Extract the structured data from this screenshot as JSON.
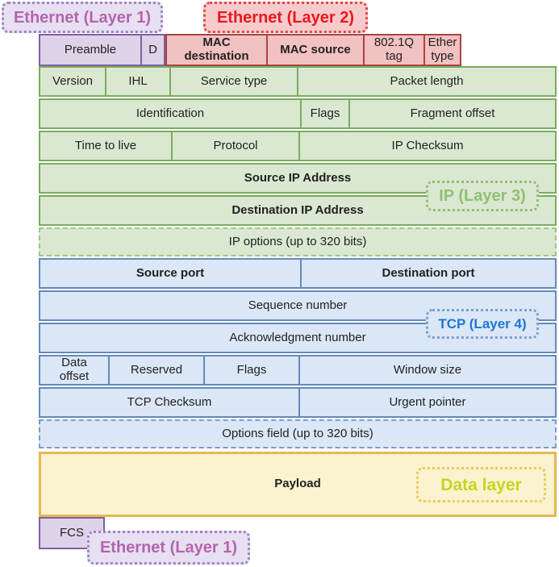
{
  "labels": {
    "ethernet_layer1_top": "Ethernet (Layer 1)",
    "ethernet_layer2": "Ethernet (Layer 2)",
    "ip_layer3": "IP (Layer 3)",
    "tcp_layer4": "TCP (Layer 4)",
    "data_layer": "Data layer",
    "ethernet_layer1_bottom": "Ethernet (Layer 1)"
  },
  "ethernet": {
    "preamble": "Preamble",
    "sfd": "D",
    "mac_destination": "MAC destination",
    "mac_source": "MAC source",
    "vlan_tag": "802.1Q tag",
    "ethertype": "Ether type",
    "fcs": "FCS"
  },
  "ip": {
    "version": "Version",
    "ihl": "IHL",
    "service_type": "Service type",
    "packet_length": "Packet length",
    "identification": "Identification",
    "flags": "Flags",
    "fragment_offset": "Fragment offset",
    "time_to_live": "Time to live",
    "protocol": "Protocol",
    "checksum": "IP Checksum",
    "source_address": "Source IP Address",
    "destination_address": "Destination IP Address",
    "options": "IP options (up to 320 bits)"
  },
  "tcp": {
    "source_port": "Source port",
    "destination_port": "Destination port",
    "sequence_number": "Sequence number",
    "acknowledgment_number": "Acknowledgment number",
    "data_offset": "Data offset",
    "reserved": "Reserved",
    "flags": "Flags",
    "window_size": "Window size",
    "checksum": "TCP Checksum",
    "urgent_pointer": "Urgent pointer",
    "options": "Options field (up to 320 bits)"
  },
  "payload": {
    "label": "Payload"
  },
  "colors": {
    "purple_fill": "#ddd2e8",
    "purple_border": "#7e60a2",
    "purple_label_text": "#b565ac",
    "red_fill": "#f2c1c1",
    "red_border": "#a84444",
    "red_label_text": "#ea1620",
    "green_fill": "#dae8d2",
    "green_border": "#7bac5f",
    "green_label_text": "#90bf72",
    "blue_fill": "#dbe7f7",
    "blue_border": "#6488bb",
    "blue_label_text": "#1d76d8",
    "yellow_fill": "#fbf2cf",
    "yellow_border": "#e3ba50",
    "yellow_label_text": "#c9d31e"
  }
}
